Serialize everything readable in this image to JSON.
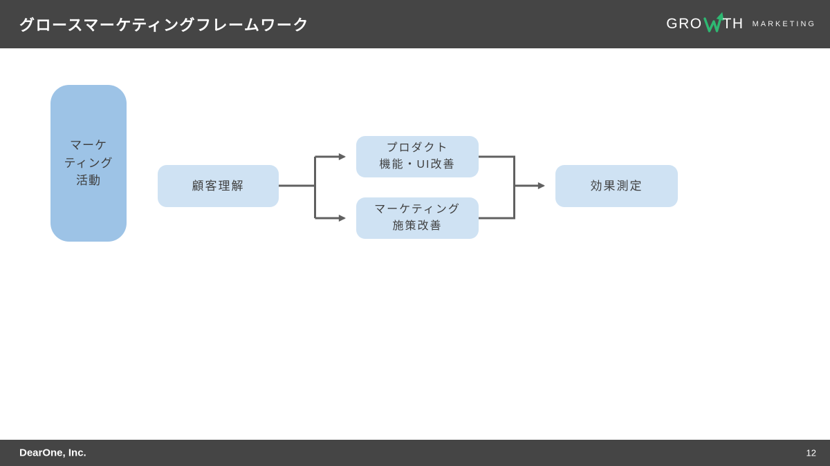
{
  "header": {
    "title": "グロースマーケティングフレームワーク",
    "logo": {
      "prefix": "GRO",
      "suffix": "TH",
      "tagline": "MARKETING"
    }
  },
  "diagram": {
    "nodes": {
      "activity": {
        "label": "マーケ\nティング\n活動"
      },
      "understanding": {
        "label": "顧客理解"
      },
      "product": {
        "label": "プロダクト\n機能・UI改善"
      },
      "marketing": {
        "label": "マーケティング\n施策改善"
      },
      "measure": {
        "label": "効果測定"
      }
    },
    "flow": "マーケティング活動 → 顧客理解 → (プロダクト機能・UI改善 / マーケティング施策改善) → 効果測定"
  },
  "footer": {
    "company": "DearOne, Inc.",
    "page": "12"
  },
  "colors": {
    "header_bg": "#454545",
    "footer_bg": "#454545",
    "logo_arrow_green": "#2eb872",
    "node_primary_blue": "#9dc3e6",
    "node_light_blue": "#cfe2f3",
    "connector_gray": "#606060",
    "node_text": "#3f3f3f"
  }
}
